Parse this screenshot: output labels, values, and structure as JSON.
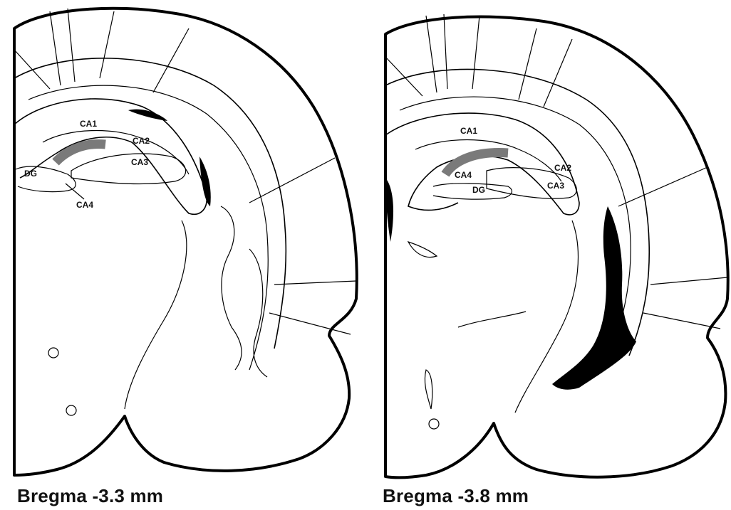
{
  "panels": [
    {
      "caption": "Bregma -3.3 mm",
      "labels": {
        "ca1": "CA1",
        "ca2": "CA2",
        "ca3": "CA3",
        "ca4": "CA4",
        "dg": "DG"
      }
    },
    {
      "caption": "Bregma -3.8 mm",
      "labels": {
        "ca1": "CA1",
        "ca2": "CA2",
        "ca3": "CA3",
        "ca4": "CA4",
        "dg": "DG"
      }
    }
  ],
  "colors": {
    "ca1_highlight": "#7a7a7a",
    "ventricle": "#000000",
    "outline": "#000000"
  }
}
